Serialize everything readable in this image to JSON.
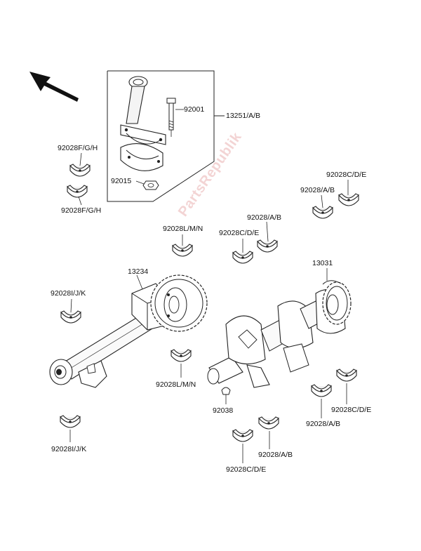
{
  "watermark": "PartsRepublik",
  "labels": {
    "l_92001": "92001",
    "l_13251": "13251/A/B",
    "l_92015": "92015",
    "l_92028fgh_top": "92028F/G/H",
    "l_92028fgh_bot": "92028F/G/H",
    "l_92028cde_topright": "92028C/D/E",
    "l_92028ab_topright": "92028/A/B",
    "l_92028ab_mid": "92028/A/B",
    "l_92028lmn_top": "92028L/M/N",
    "l_92028cde_mid": "92028C/D/E",
    "l_13234": "13234",
    "l_13031": "13031",
    "l_92028ijk_top": "92028I/J/K",
    "l_92028lmn_bot": "92028L/M/N",
    "l_92038": "92038",
    "l_92028cde_bottomright": "92028C/D/E",
    "l_92028ab_bottomright": "92028/A/B",
    "l_92028ijk_bot": "92028I/J/K",
    "l_92028ab_bottom": "92028/A/B",
    "l_92028cde_bottom": "92028C/D/E"
  }
}
